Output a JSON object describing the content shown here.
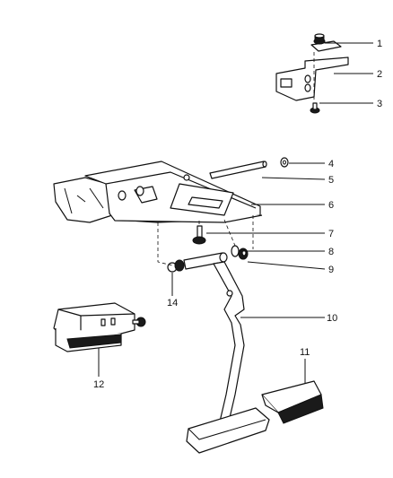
{
  "diagram": {
    "callouts": [
      {
        "id": "1",
        "label": "1"
      },
      {
        "id": "2",
        "label": "2"
      },
      {
        "id": "3",
        "label": "3"
      },
      {
        "id": "4",
        "label": "4"
      },
      {
        "id": "5",
        "label": "5"
      },
      {
        "id": "6",
        "label": "6"
      },
      {
        "id": "7",
        "label": "7"
      },
      {
        "id": "8",
        "label": "8"
      },
      {
        "id": "9",
        "label": "9"
      },
      {
        "id": "10",
        "label": "10"
      },
      {
        "id": "11",
        "label": "11"
      },
      {
        "id": "12",
        "label": "12"
      },
      {
        "id": "14",
        "label": "14"
      }
    ]
  }
}
